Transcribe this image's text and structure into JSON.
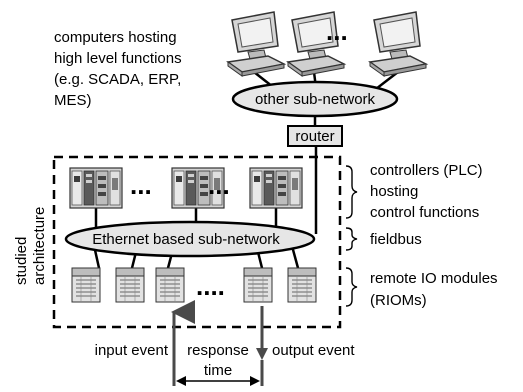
{
  "top_text": {
    "line1": "computers hosting",
    "line2": "high level functions",
    "line3": "(e.g. SCADA, ERP,",
    "line4": "MES)"
  },
  "ellipsis": "...",
  "riom_ellipsis": "....",
  "other_network": "other sub-network",
  "router": "router",
  "ethernet_network": "Ethernet based sub-network",
  "studied": {
    "line1": "studied",
    "line2": "architecture"
  },
  "controllers": {
    "line1": "controllers (PLC)",
    "line2": "hosting",
    "line3": "control functions"
  },
  "fieldbus": "fieldbus",
  "riom": {
    "line1": "remote IO modules",
    "line2": "(RIOMs)"
  },
  "events": {
    "input": "input event",
    "response": "response",
    "output": "output event",
    "time": "time"
  },
  "colors": {
    "network_fill": "#e6e6e6",
    "device_fill": "#cfcfcf",
    "dark": "#4a4a4a"
  },
  "icons": {
    "computer": "desktop-computer-icon",
    "plc": "plc-rack-icon",
    "riom": "io-module-icon"
  }
}
